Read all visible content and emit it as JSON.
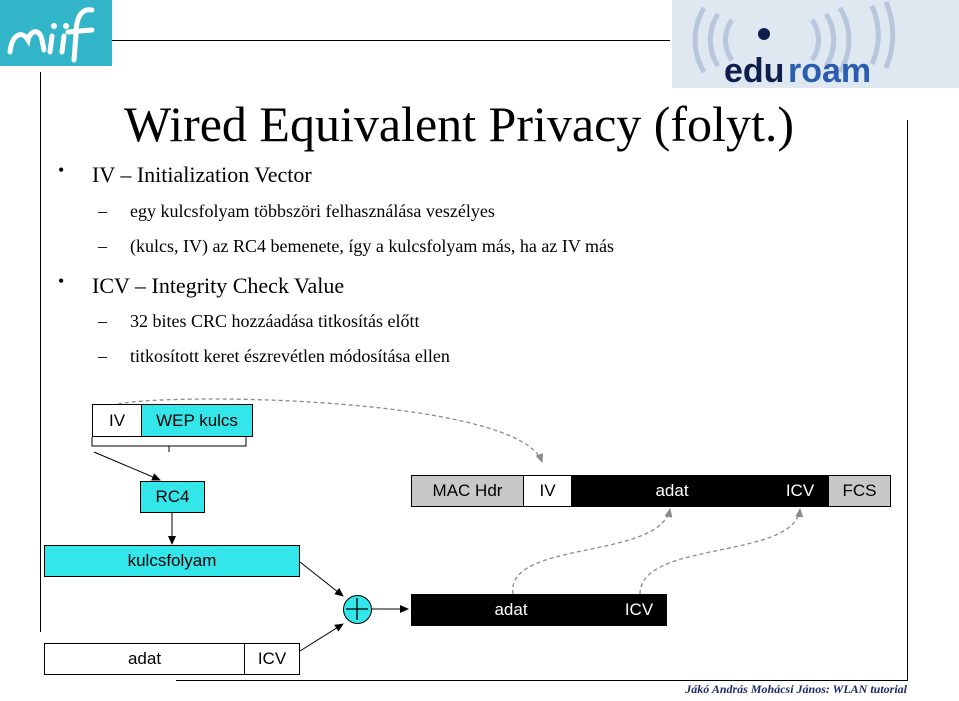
{
  "title": "Wired Equivalent Privacy (folyt.)",
  "logos": {
    "left_logo": "niif",
    "right_logo": "eduroam"
  },
  "bullets": [
    {
      "text": "IV – Initialization Vector",
      "sub": [
        "egy kulcsfolyam többszöri felhasználása veszélyes",
        "(kulcs, IV) az RC4 bemenete, így a kulcsfolyam más, ha az IV más"
      ]
    },
    {
      "text": "ICV – Integrity Check Value",
      "sub": [
        "32 bites CRC hozzáadása titkosítás előtt",
        "titkosított keret észrevétlen módosítása ellen"
      ]
    }
  ],
  "diagram": {
    "input_iv": "IV",
    "input_key": "WEP kulcs",
    "rc4": "RC4",
    "keystream": "kulcsfolyam",
    "xor_symbol": "+",
    "plain_data": "adat",
    "plain_icv": "ICV",
    "cipher_data": "adat",
    "cipher_icv": "ICV",
    "frame_mac": "MAC Hdr",
    "frame_iv": "IV",
    "frame_data": "adat",
    "frame_icv": "ICV",
    "frame_fcs": "FCS"
  },
  "colors": {
    "cyan": "#33e6ea",
    "gray": "#c8c8c8",
    "black": "#000000",
    "footer": "#1a2a6c"
  },
  "footer": "Jákó András Mohácsi János: WLAN tutorial"
}
